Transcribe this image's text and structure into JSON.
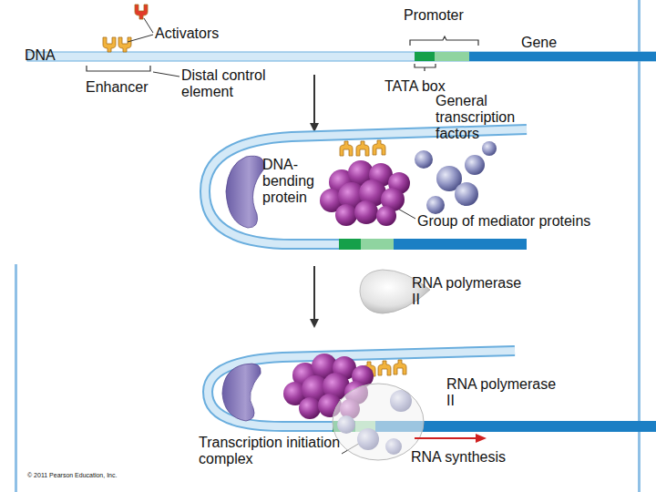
{
  "diagram": {
    "labels": [
      "Activators",
      "Promoter",
      "DNA",
      "Gene",
      "Enhancer",
      "Distal control element",
      "TATA box",
      "General transcription factors",
      "DNA-bending protein",
      "Group of mediator proteins",
      "RNA polymerase II",
      "RNA polymerase II",
      "Transcription initiation complex",
      "RNA synthesis",
      "© 2011 Pearson Education, Inc."
    ]
  }
}
